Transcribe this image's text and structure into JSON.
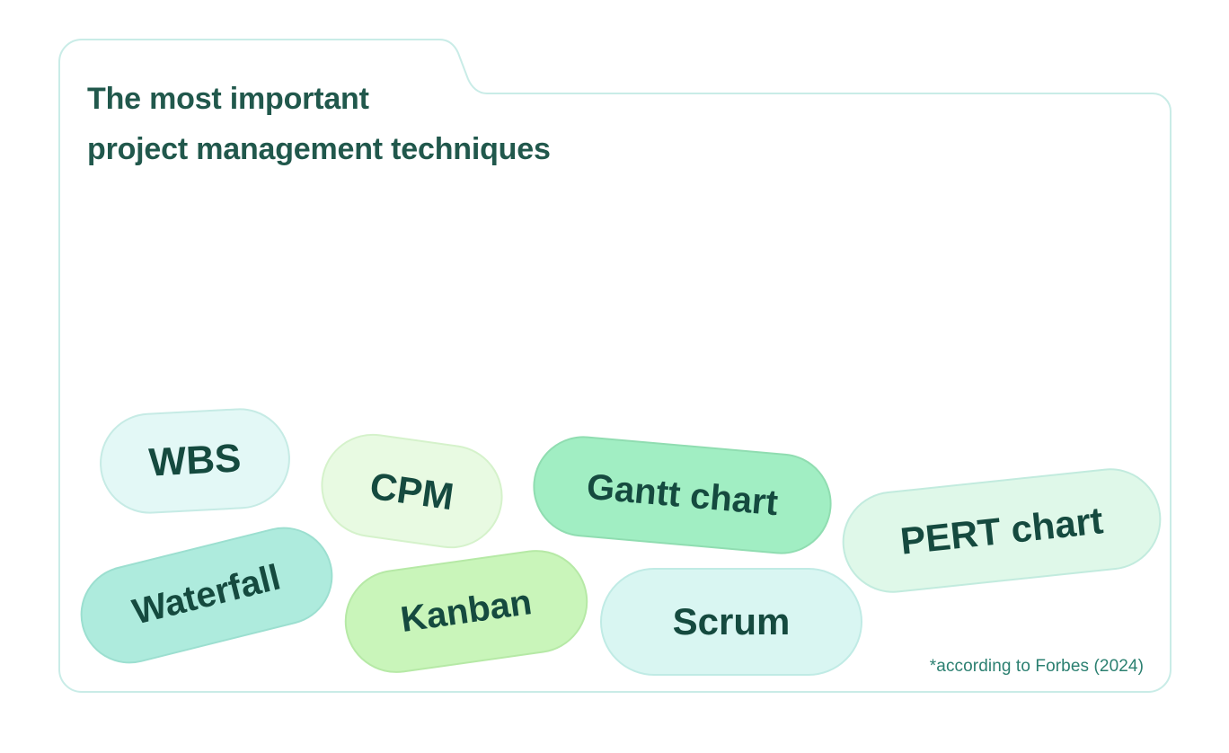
{
  "header": {
    "title_line1": "The most important",
    "title_line2": "project management techniques"
  },
  "pills": [
    {
      "label": "WBS",
      "fill": "#e3f8f6",
      "border": "#c6ebe5"
    },
    {
      "label": "CPM",
      "fill": "#e8fae2",
      "border": "#d5f2cb"
    },
    {
      "label": "Gantt chart",
      "fill": "#a1eec3",
      "border": "#90ddb1"
    },
    {
      "label": "PERT chart",
      "fill": "#dff8e9",
      "border": "#c2ebde"
    },
    {
      "label": "Waterfall",
      "fill": "#aeebdd",
      "border": "#9cdfd0"
    },
    {
      "label": "Kanban",
      "fill": "#c9f5ba",
      "border": "#b6e9a6"
    },
    {
      "label": "Scrum",
      "fill": "#d9f6f2",
      "border": "#c0ebe5"
    }
  ],
  "footnote": {
    "text": "*according to Forbes (2024)"
  },
  "colors": {
    "frame_border": "#c9ece7",
    "title_text": "#21584c",
    "pill_text": "#154a3f",
    "footnote_text": "#2c8071"
  }
}
